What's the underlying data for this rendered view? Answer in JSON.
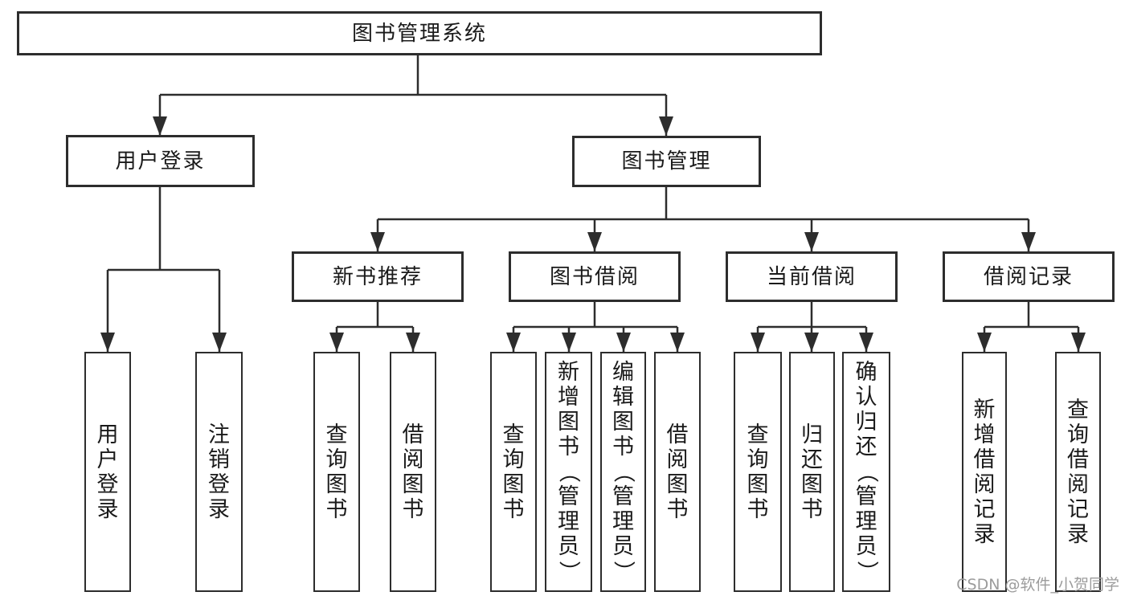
{
  "colors": {
    "line": "#2d2d2d",
    "box_border": "#2d2d2d",
    "box_fill": "#ffffff",
    "text": "#1a1a1a",
    "background": "#ffffff",
    "watermark": "#9c9c9c"
  },
  "diagram": {
    "root": {
      "label": "图书管理系统"
    },
    "level2": [
      {
        "label": "用户登录"
      },
      {
        "label": "图书管理"
      }
    ],
    "level3": [
      {
        "label": "新书推荐"
      },
      {
        "label": "图书借阅"
      },
      {
        "label": "当前借阅"
      },
      {
        "label": "借阅记录"
      }
    ],
    "leaves": [
      {
        "label": "用户登录"
      },
      {
        "label": "注销登录"
      },
      {
        "label": "查询图书"
      },
      {
        "label": "借阅图书"
      },
      {
        "label": "查询图书"
      },
      {
        "label": "新增图书（管理员）"
      },
      {
        "label": "编辑图书（管理员）"
      },
      {
        "label": "借阅图书"
      },
      {
        "label": "查询图书"
      },
      {
        "label": "归还图书"
      },
      {
        "label": "确认归还（管理员）"
      },
      {
        "label": "新增借阅记录"
      },
      {
        "label": "查询借阅记录"
      }
    ]
  },
  "watermark": {
    "text": "CSDN @软件_小贺同学"
  }
}
